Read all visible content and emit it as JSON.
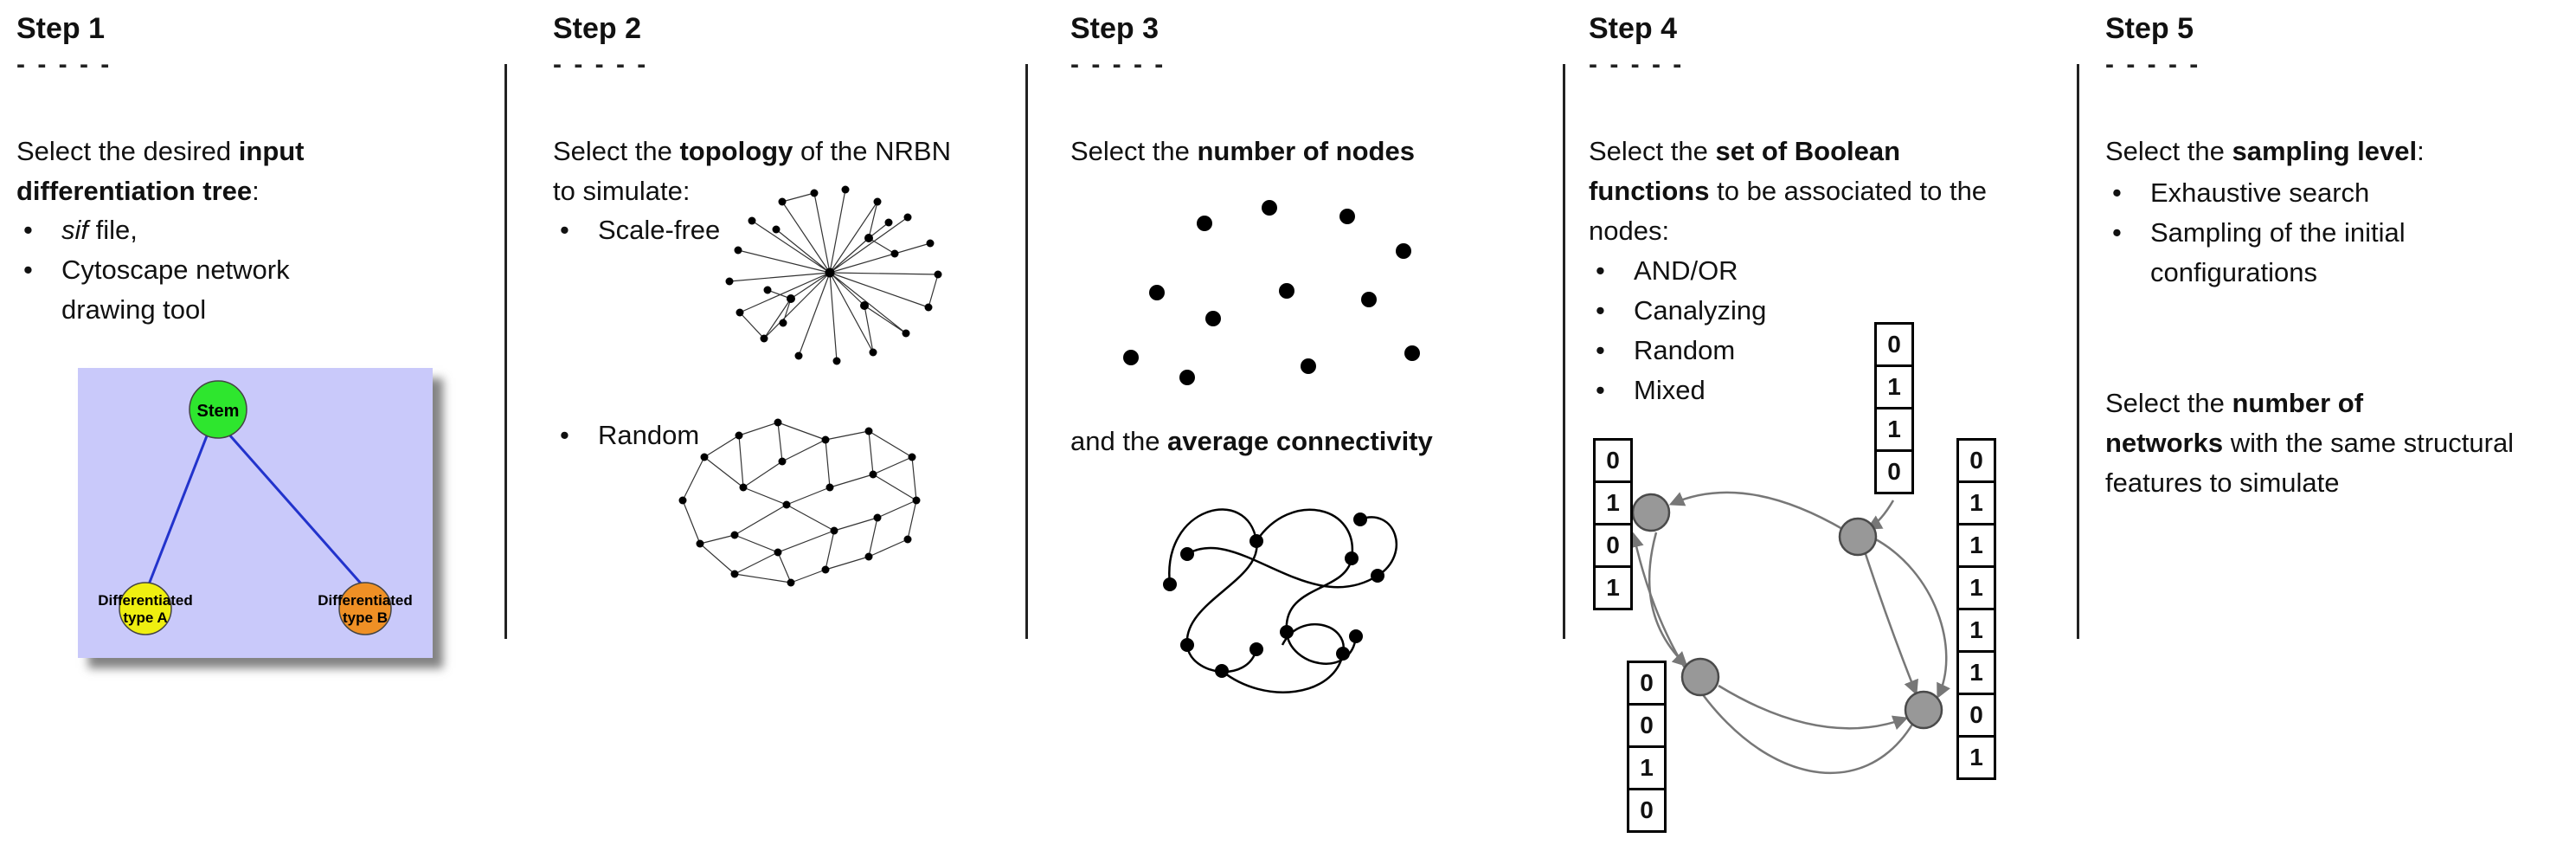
{
  "common": {
    "dashes": "- - - - -"
  },
  "steps": {
    "step1": {
      "title": "Step 1",
      "intro_prefix": "Select the desired ",
      "intro_bold": "input differentiation tree",
      "intro_suffix": ":",
      "b1_italic": "sif",
      "b1_rest": " file,",
      "b2": "Cytoscape network drawing tool",
      "tree": {
        "root_label": "Stem",
        "left_label_line1": "Differentiated",
        "left_label_line2": "type A",
        "right_label_line1": "Differentiated",
        "right_label_line2": "type B",
        "colors": {
          "background": "#c9c9fa",
          "root": "#2ee62e",
          "left": "#efef10",
          "right": "#ef9025",
          "edge": "#2233cc"
        }
      }
    },
    "step2": {
      "title": "Step 2",
      "intro_prefix": "Select the ",
      "intro_bold": "topology",
      "intro_suffix": " of the NRBN to simulate:",
      "bullet1": "Scale-free",
      "bullet2": "Random"
    },
    "step3": {
      "title": "Step 3",
      "intro_prefix": "Select the ",
      "intro_bold": "number of nodes",
      "second_prefix": "and the ",
      "second_bold": "average connectivity"
    },
    "step4": {
      "title": "Step 4",
      "intro_prefix": "Select the ",
      "intro_bold": "set of Boolean functions",
      "intro_suffix": " to be associated to the nodes:",
      "bullets": [
        "AND/OR",
        "Canalyzing",
        "Random",
        "Mixed"
      ],
      "truth_tables": {
        "top": [
          "0",
          "1",
          "1",
          "0"
        ],
        "left": [
          "0",
          "1",
          "0",
          "1"
        ],
        "right": [
          "0",
          "1",
          "1",
          "1",
          "1",
          "1",
          "0",
          "1"
        ],
        "bottom": [
          "0",
          "0",
          "1",
          "0"
        ]
      }
    },
    "step5": {
      "title": "Step 5",
      "intro_prefix": "Select the ",
      "intro_bold": "sampling level",
      "intro_suffix": ":",
      "bullet1": "Exhaustive search",
      "bullet2": "Sampling of the initial configurations",
      "second_prefix": "Select the ",
      "second_bold_line1": "number of",
      "second_bold_line2": "networks",
      "second_suffix": " with the same structural features to simulate"
    }
  }
}
